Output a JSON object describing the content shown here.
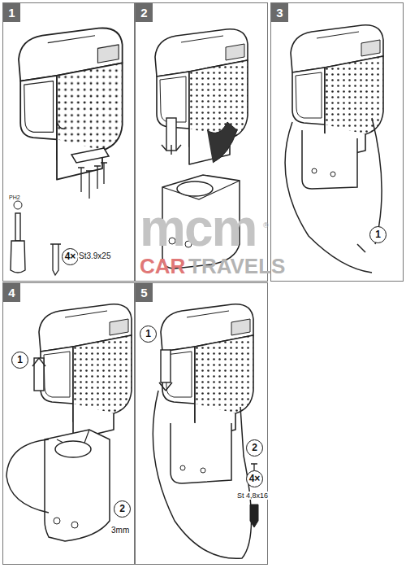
{
  "diagram": {
    "nodes": [
      {
        "text": [
          "1"
        ]
      },
      {
        "text": [
          "2"
        ]
      },
      {
        "text": [
          "3"
        ]
      },
      {
        "text": [
          "4"
        ]
      },
      {
        "text": [
          "5"
        ]
      }
    ],
    "labels": [
      "PH2",
      "4×",
      "St3.9x25",
      "1",
      "1",
      "2",
      "3mm",
      "1",
      "2",
      "4×",
      "St 4,8x16",
      "mcm",
      "®",
      "CAR",
      "TRAVELS"
    ]
  }
}
